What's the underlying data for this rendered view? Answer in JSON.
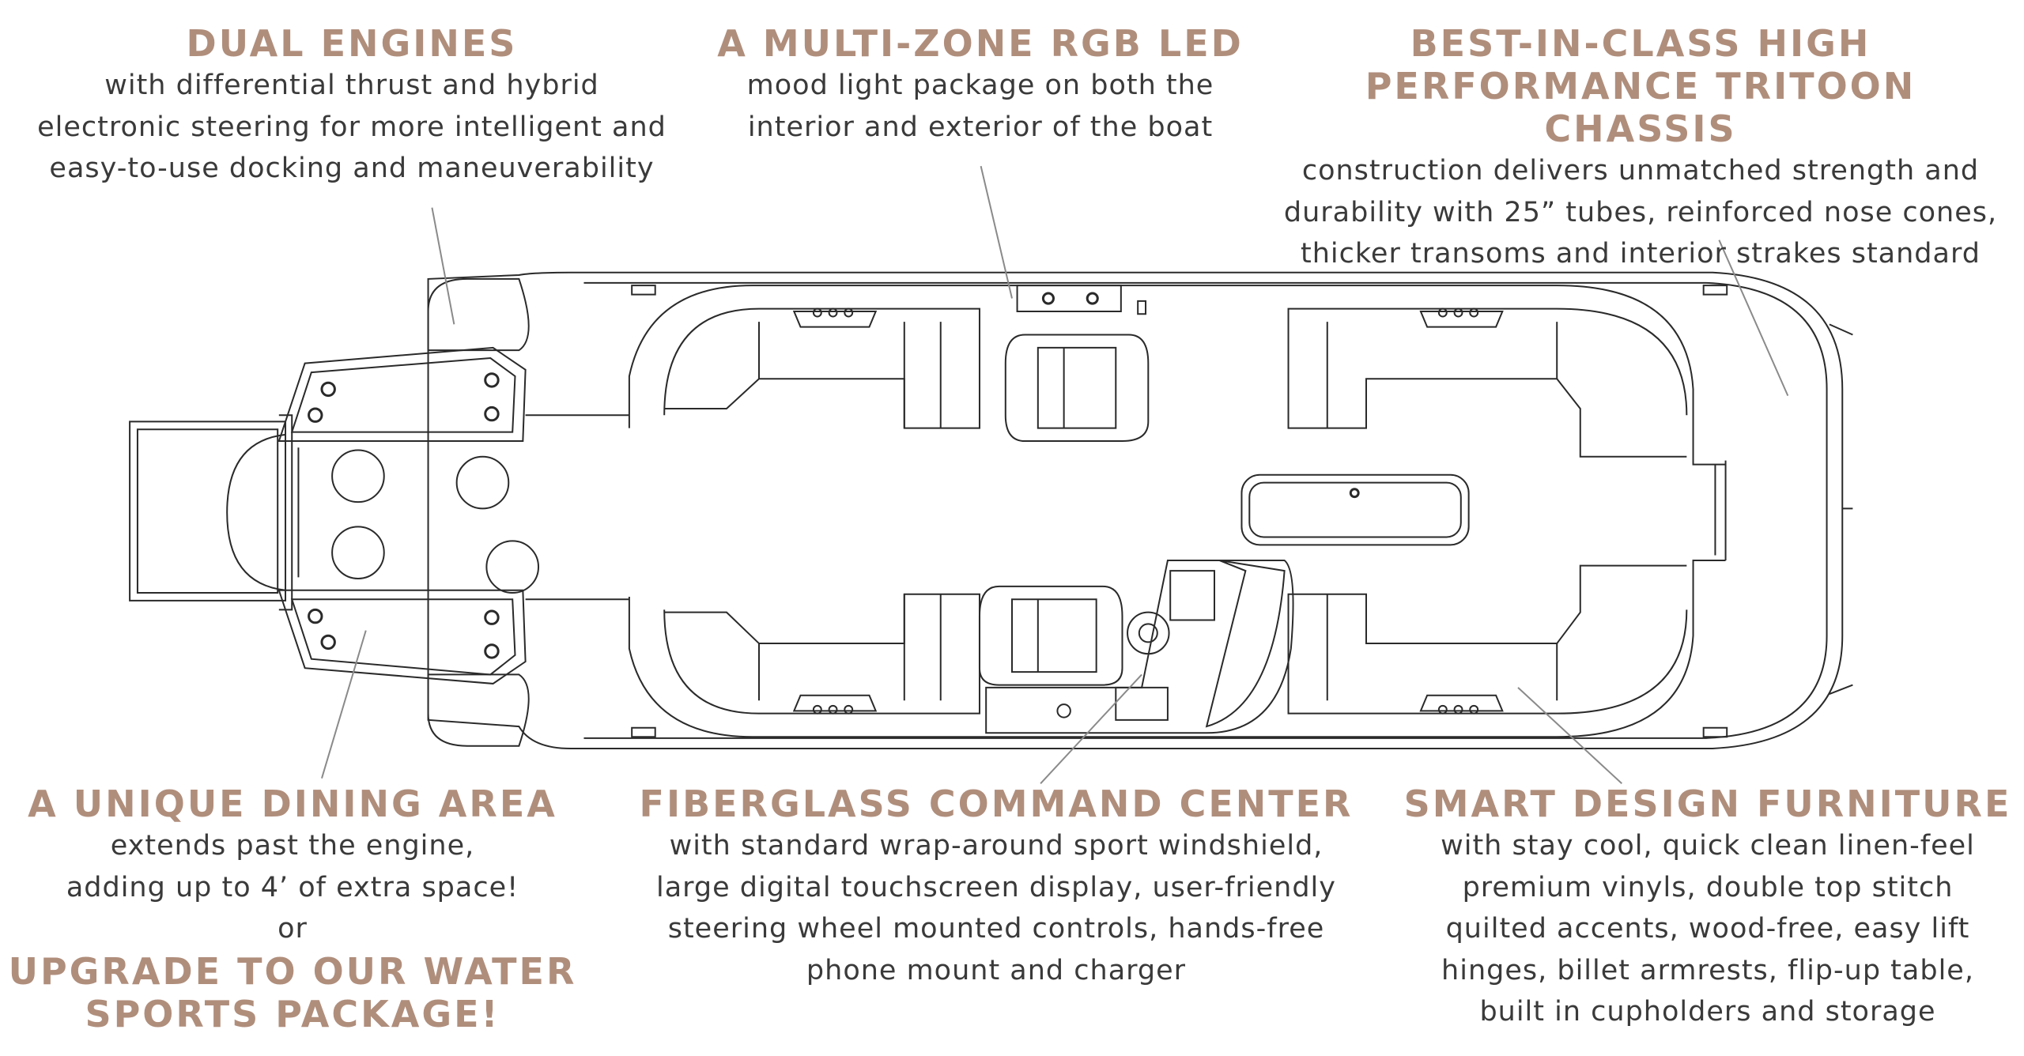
{
  "callouts": {
    "dual_engines": {
      "title": "DUAL ENGINES",
      "lines": [
        "with differential thrust and hybrid",
        "electronic steering for more intelligent and",
        "easy-to-use docking and maneuverability"
      ]
    },
    "rgb_led": {
      "title": "A MULTI-ZONE RGB LED",
      "lines": [
        "mood light package on both the",
        "interior and exterior of the boat"
      ]
    },
    "chassis": {
      "title_lines": [
        "BEST-IN-CLASS HIGH",
        "PERFORMANCE TRITOON CHASSIS"
      ],
      "lines": [
        "construction delivers unmatched strength and",
        "durability with 25” tubes, reinforced nose cones,",
        "thicker transoms and interior strakes standard"
      ]
    },
    "dining": {
      "title": "A UNIQUE DINING AREA",
      "lines": [
        "extends past the engine,",
        "adding up to 4’ of extra space!",
        "or"
      ],
      "upgrade_lines": [
        "UPGRADE TO OUR WATER",
        "SPORTS PACKAGE!"
      ]
    },
    "command": {
      "title": "FIBERGLASS COMMAND CENTER",
      "lines": [
        "with standard wrap-around sport windshield,",
        "large digital touchscreen display, user-friendly",
        "steering wheel mounted controls, hands-free",
        "phone mount and charger"
      ]
    },
    "furniture": {
      "title": "SMART DESIGN FURNITURE",
      "lines": [
        "with stay cool, quick clean linen-feel",
        "premium vinyls, double top stitch",
        "quilted accents, wood-free, easy lift",
        "hinges, billet armrests, flip-up table,",
        "built in cupholders and storage"
      ]
    }
  },
  "colors": {
    "heading": "#b08e7c",
    "body": "#3a3a3a",
    "outline": "#2a2a2a",
    "leader": "#8a8a8a"
  }
}
